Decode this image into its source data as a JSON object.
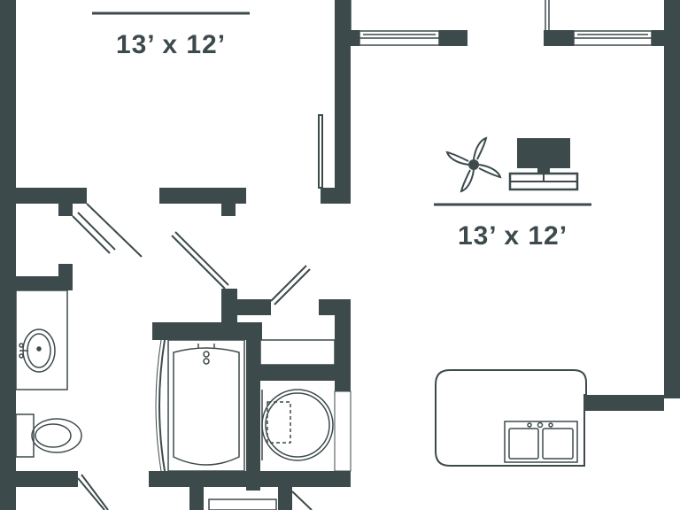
{
  "rooms": [
    {
      "id": "bedroom",
      "dimensions": "13’ x 12’"
    },
    {
      "id": "living",
      "dimensions": "13’ x 12’"
    }
  ],
  "colors": {
    "wall": "#3d4a4c",
    "line": "#3d4a4c",
    "background": "#ffffff"
  },
  "icons": [
    "ceiling-fan-icon",
    "tv-stand-icon",
    "bathtub-icon",
    "toilet-icon",
    "vanity-sink-icon",
    "washer-dryer-icon",
    "kitchen-sink-icon"
  ]
}
